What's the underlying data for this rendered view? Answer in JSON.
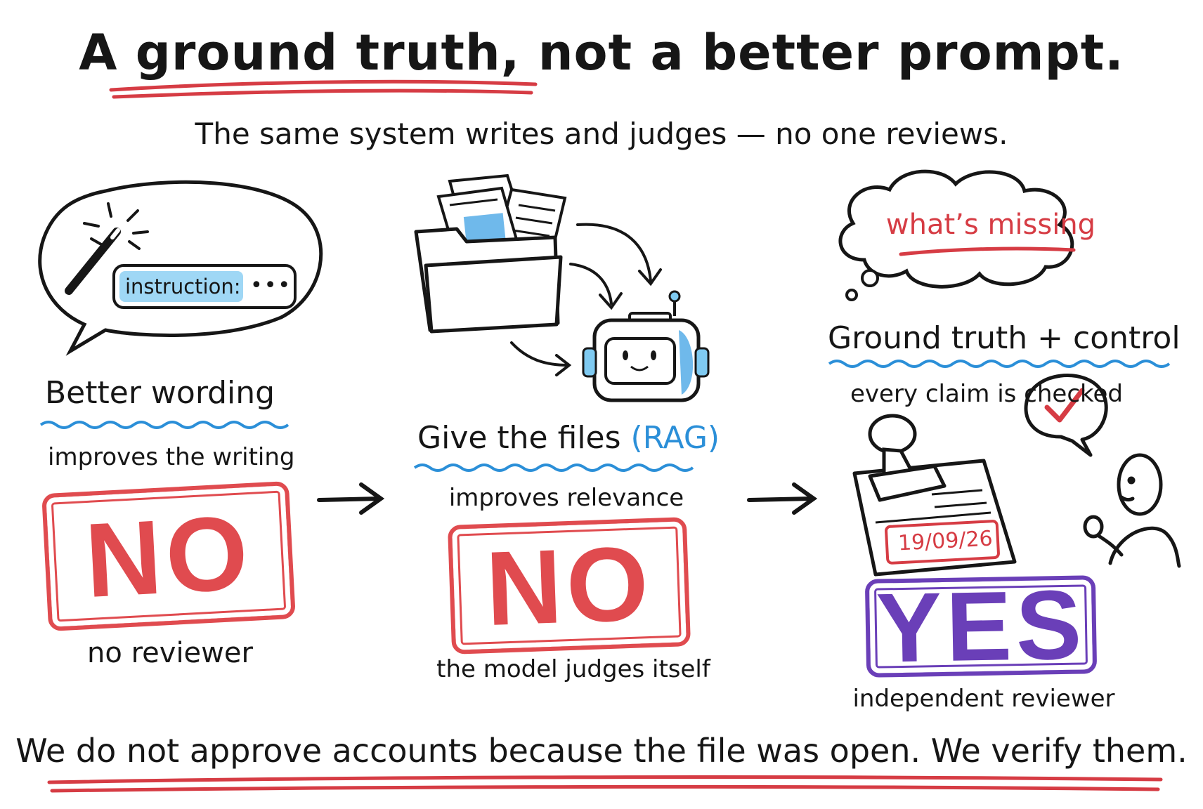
{
  "title": "A ground truth, not a better prompt.",
  "subtitle": "The same system writes and judges — no one reviews.",
  "panels": {
    "prompt": {
      "field_label": "instruction:",
      "field_dots": "•••",
      "heading": "Better wording",
      "sub": "improves the writing",
      "verdict": "NO",
      "caption": "no reviewer"
    },
    "rag": {
      "heading_main": "Give the files",
      "heading_tag": "(RAG)",
      "sub": "improves relevance",
      "verdict": "NO",
      "caption": "the model judges itself"
    },
    "truth": {
      "thought": "what’s missing",
      "heading": "Ground truth + control",
      "sub": "every claim is checked",
      "stamp_date": "19/09/26",
      "verdict": "YES",
      "caption": "independent reviewer"
    }
  },
  "footer": "We do not approve accounts because the file was open. We verify them.",
  "colors": {
    "ink": "#161616",
    "red": "#d63c44",
    "blue": "#2b8fd8",
    "purple": "#6a3fb8"
  }
}
